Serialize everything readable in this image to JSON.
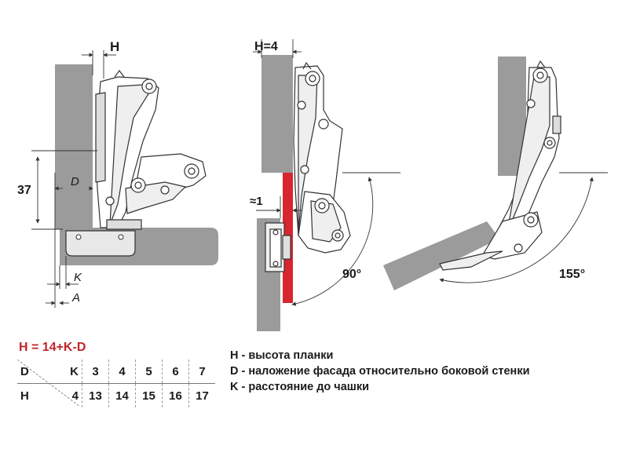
{
  "diagram": {
    "panel1": {
      "label_h": "H",
      "label_37": "37",
      "label_d": "D",
      "label_k": "K",
      "label_a": "A"
    },
    "panel2": {
      "label_h4": "H=4",
      "label_approx1": "≈1",
      "label_angle": "90°"
    },
    "panel3": {
      "label_angle": "155°"
    },
    "colors": {
      "panel_gray": "#999999",
      "accent_red": "#d8262e",
      "line_dark": "#333333"
    }
  },
  "formula": "H = 14+K-D",
  "table": {
    "corner_top": "D",
    "corner_bottom": "H",
    "k_label": "K",
    "header": [
      "3",
      "4",
      "5",
      "6",
      "7"
    ],
    "h_first": "4",
    "values": [
      "13",
      "14",
      "15",
      "16",
      "17"
    ]
  },
  "legend": [
    "H - высота планки",
    "D - наложение фасада относительно боковой стенки",
    "K - расстояние до чашки"
  ]
}
